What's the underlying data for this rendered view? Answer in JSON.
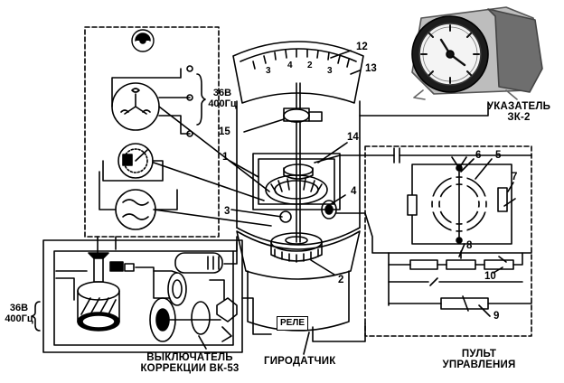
{
  "labels": {
    "indicator": "УКАЗАТЕЛЬ ЗК-2",
    "gyro_sensor": "ГИРОДАТЧИК",
    "switch": "ВЫКЛЮЧАТЕЛЬ КОРРЕКЦИИ ВК-53",
    "control_panel": "ПУЛЬТ УПРАВЛЕНИЯ",
    "relay": "РЕЛЕ",
    "power_top": "36В 400Гц",
    "power_left": "36В 400Гц"
  },
  "callouts": {
    "n1": "1",
    "n2": "2",
    "n3": "3",
    "n4": "4",
    "n5": "5",
    "n6": "6",
    "n7": "7",
    "n8": "8",
    "n9": "9",
    "n10": "10",
    "n12": "12",
    "n13": "13",
    "n14": "14",
    "n15": "15"
  },
  "scale_digits": {
    "d1": "3",
    "d2": "4",
    "d3": "2",
    "d4": "3"
  }
}
